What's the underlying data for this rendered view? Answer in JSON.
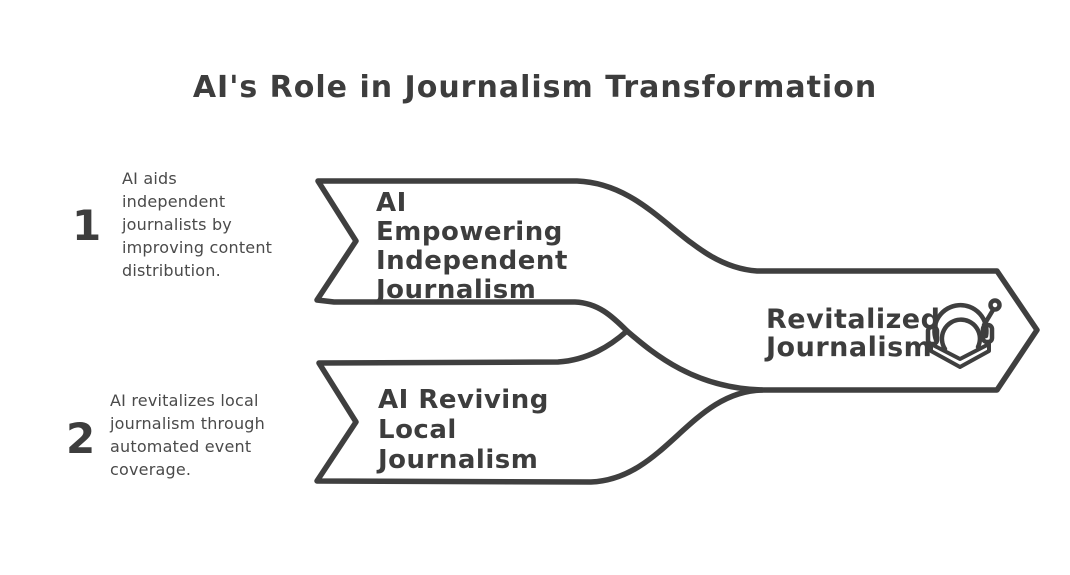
{
  "title": "AI's Role in Journalism Transformation",
  "colors": {
    "stroke": "#3f3f3f",
    "heading": "#3d3d3d",
    "desc": "#4a4a4a",
    "bg": "#ffffff"
  },
  "steps": [
    {
      "number": "1",
      "description": [
        "AI aids",
        "independent",
        "journalists by",
        "improving content",
        "distribution."
      ],
      "ribbon_label": [
        "AI",
        "Empowering",
        "Independent",
        "Journalism"
      ]
    },
    {
      "number": "2",
      "description": [
        "AI revitalizes local",
        "journalism through",
        "automated event",
        "coverage."
      ],
      "ribbon_label": [
        "AI Reviving",
        "Local",
        "Journalism"
      ]
    }
  ],
  "result": {
    "label": [
      "Revitalized",
      "Journalism"
    ],
    "icon": "headphones-book-robot-icon"
  }
}
